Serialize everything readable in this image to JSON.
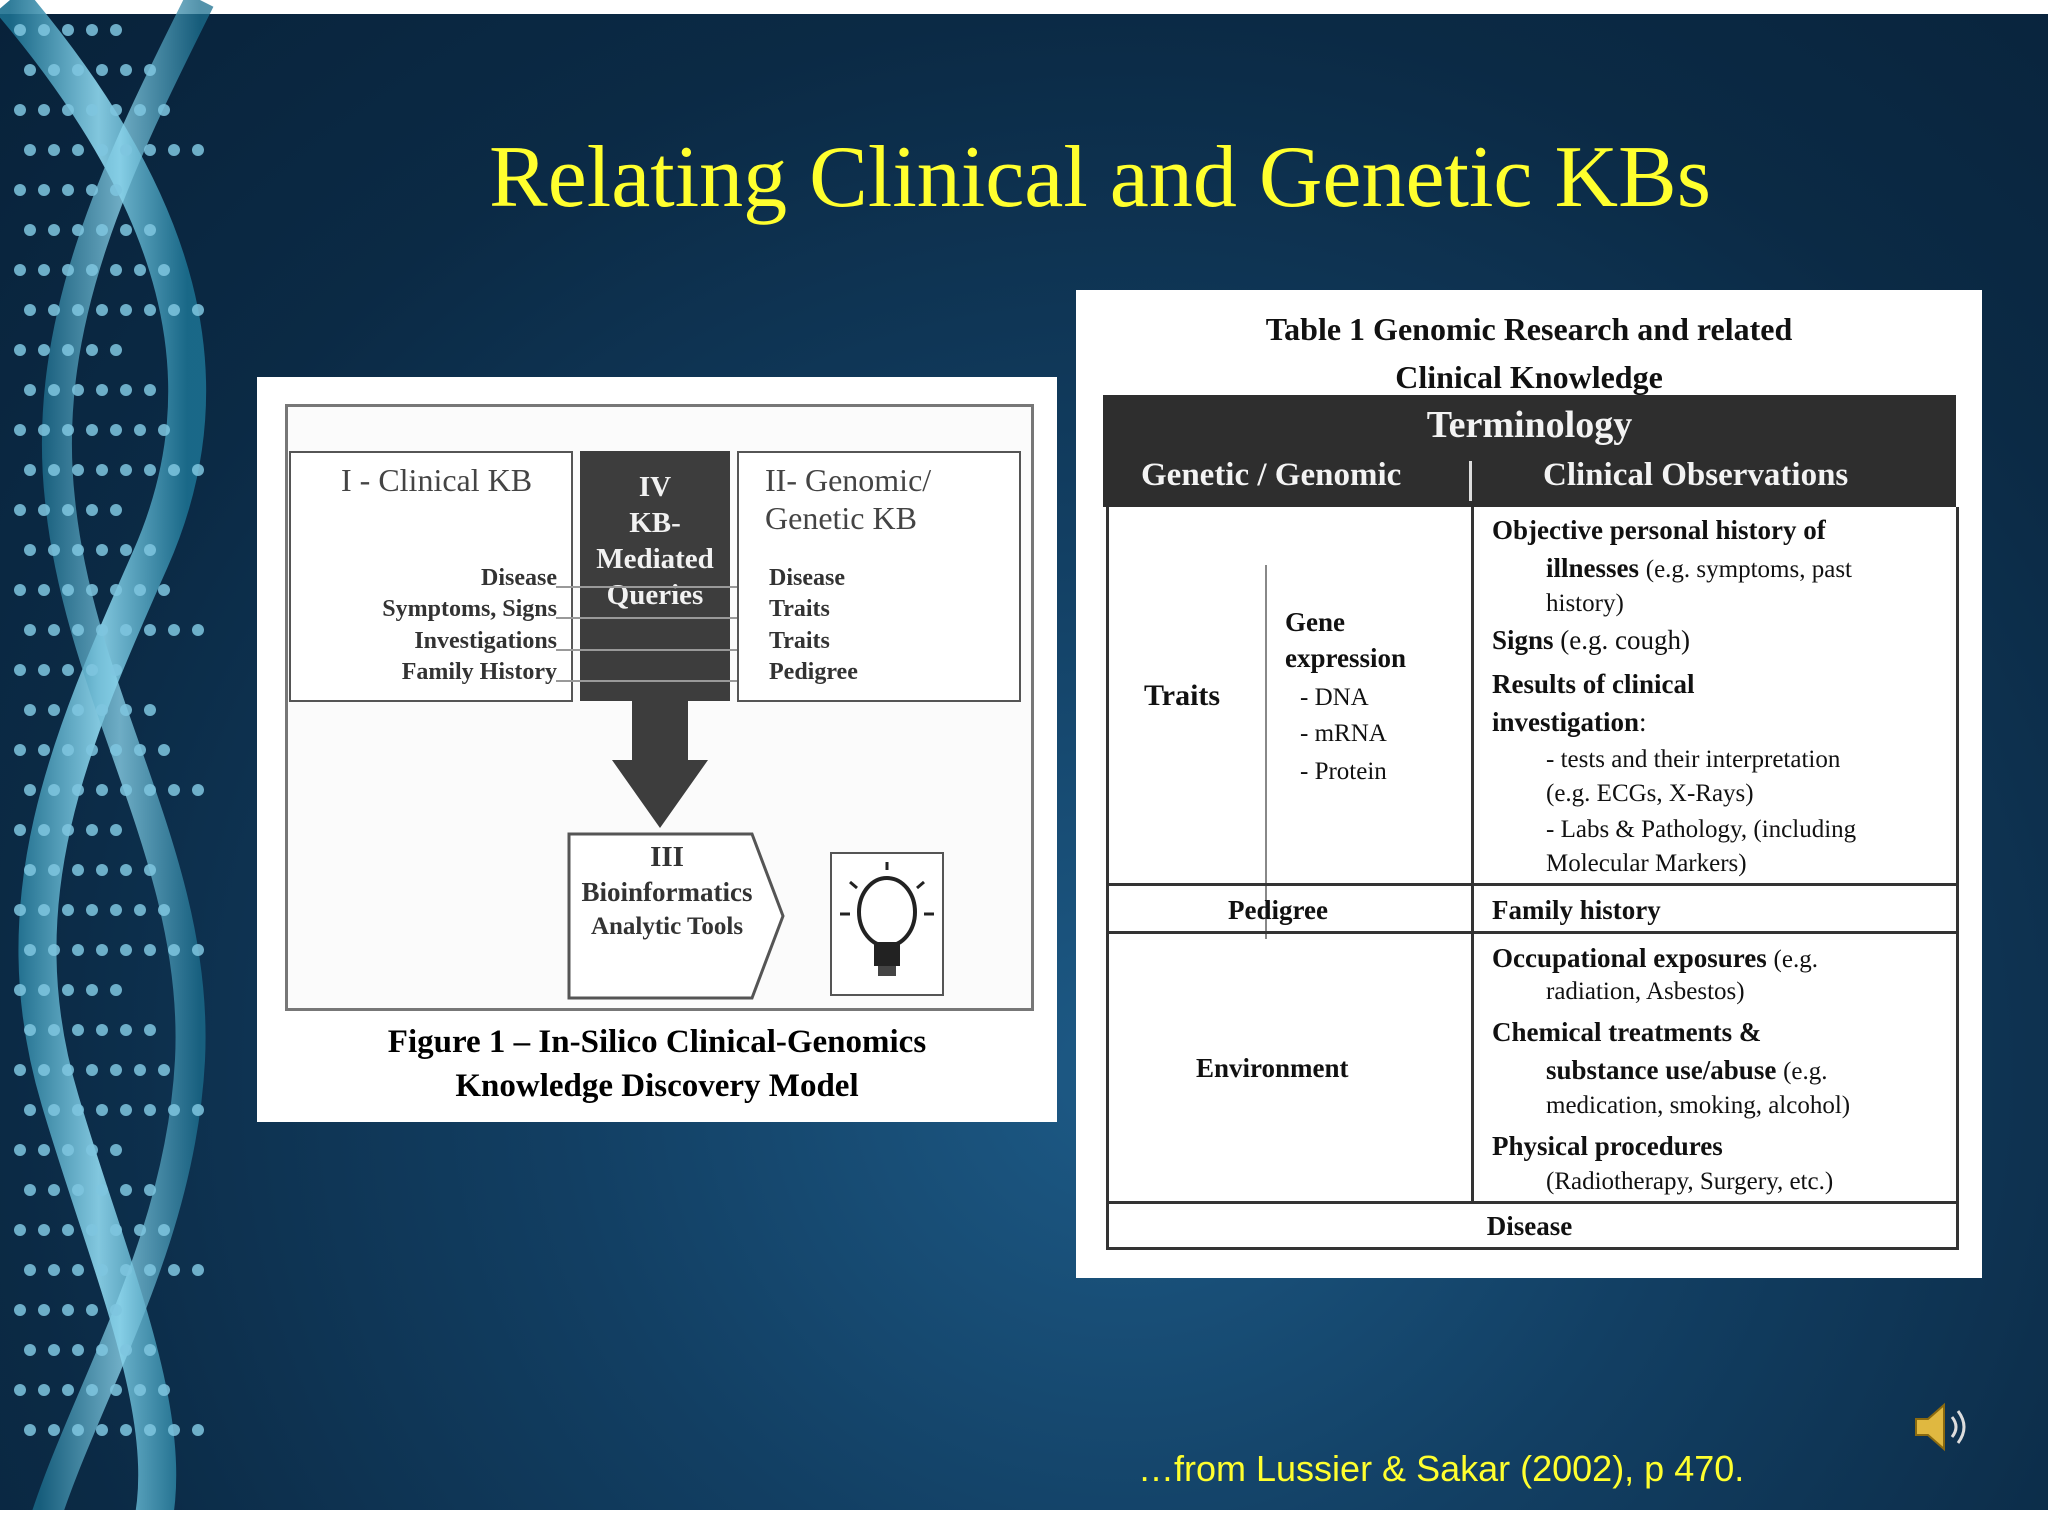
{
  "slide": {
    "title": "Relating Clinical and Genetic KBs",
    "citation": "…from Lussier & Sakar (2002), p 470."
  },
  "figure": {
    "clinical_kb": "I - Clinical KB",
    "genomic_kb_line1": "II- Genomic/",
    "genomic_kb_line2": "Genetic KB",
    "mid_line1": "IV",
    "mid_line2": "KB-",
    "mid_line3": "Mediated",
    "mid_line4": "Queries",
    "left_items": [
      "Disease",
      "Symptoms, Signs",
      "Investigations",
      "Family History"
    ],
    "right_items": [
      "Disease",
      "Traits",
      "Traits",
      "Pedigree"
    ],
    "bio_line1": "III",
    "bio_line2": "Bioinformatics",
    "bio_line3": "Analytic Tools",
    "caption_line1": "Figure 1 – In-Silico Clinical-Genomics",
    "caption_line2": "Knowledge Discovery Model"
  },
  "table": {
    "title_line1": "Table 1 Genomic Research and related",
    "title_line2": "Clinical Knowledge",
    "header": "Terminology",
    "col1": "Genetic / Genomic",
    "col2": "Clinical Observations",
    "traits": "Traits",
    "gene_line1": "Gene",
    "gene_line2": "expression",
    "gene_items": [
      "- DNA",
      "- mRNA",
      "- Protein"
    ],
    "obj_bold": "Objective personal history of",
    "obj_bold2": "illnesses",
    "obj_rest": "(e.g. symptoms, past",
    "obj_rest2": "history)",
    "signs_bold": "Signs",
    "signs_rest": "(e.g. cough)",
    "results_line1": "Results of clinical",
    "results_line2": "investigation",
    "results_colon": ":",
    "tests_line1": "- tests and their interpretation",
    "tests_line2": "(e.g. ECGs, X-Rays)",
    "labs_line1": "- Labs & Pathology, (including",
    "labs_line2": "Molecular Markers)",
    "pedigree": "Pedigree",
    "family_history": "Family history",
    "environment": "Environment",
    "occ_bold": "Occupational exposures",
    "occ_rest": "(e.g.",
    "occ_rest2": "radiation, Asbestos)",
    "chem_line1": "Chemical treatments &",
    "chem_line2": "substance use/abuse",
    "chem_rest": "(e.g.",
    "chem_rest2": "medication, smoking, alcohol)",
    "phys_bold": "Physical procedures",
    "phys_rest": "(Radiotherapy, Surgery, etc.)",
    "disease": "Disease"
  },
  "colors": {
    "title": "#ffff2e",
    "background": "#0b2a45"
  }
}
